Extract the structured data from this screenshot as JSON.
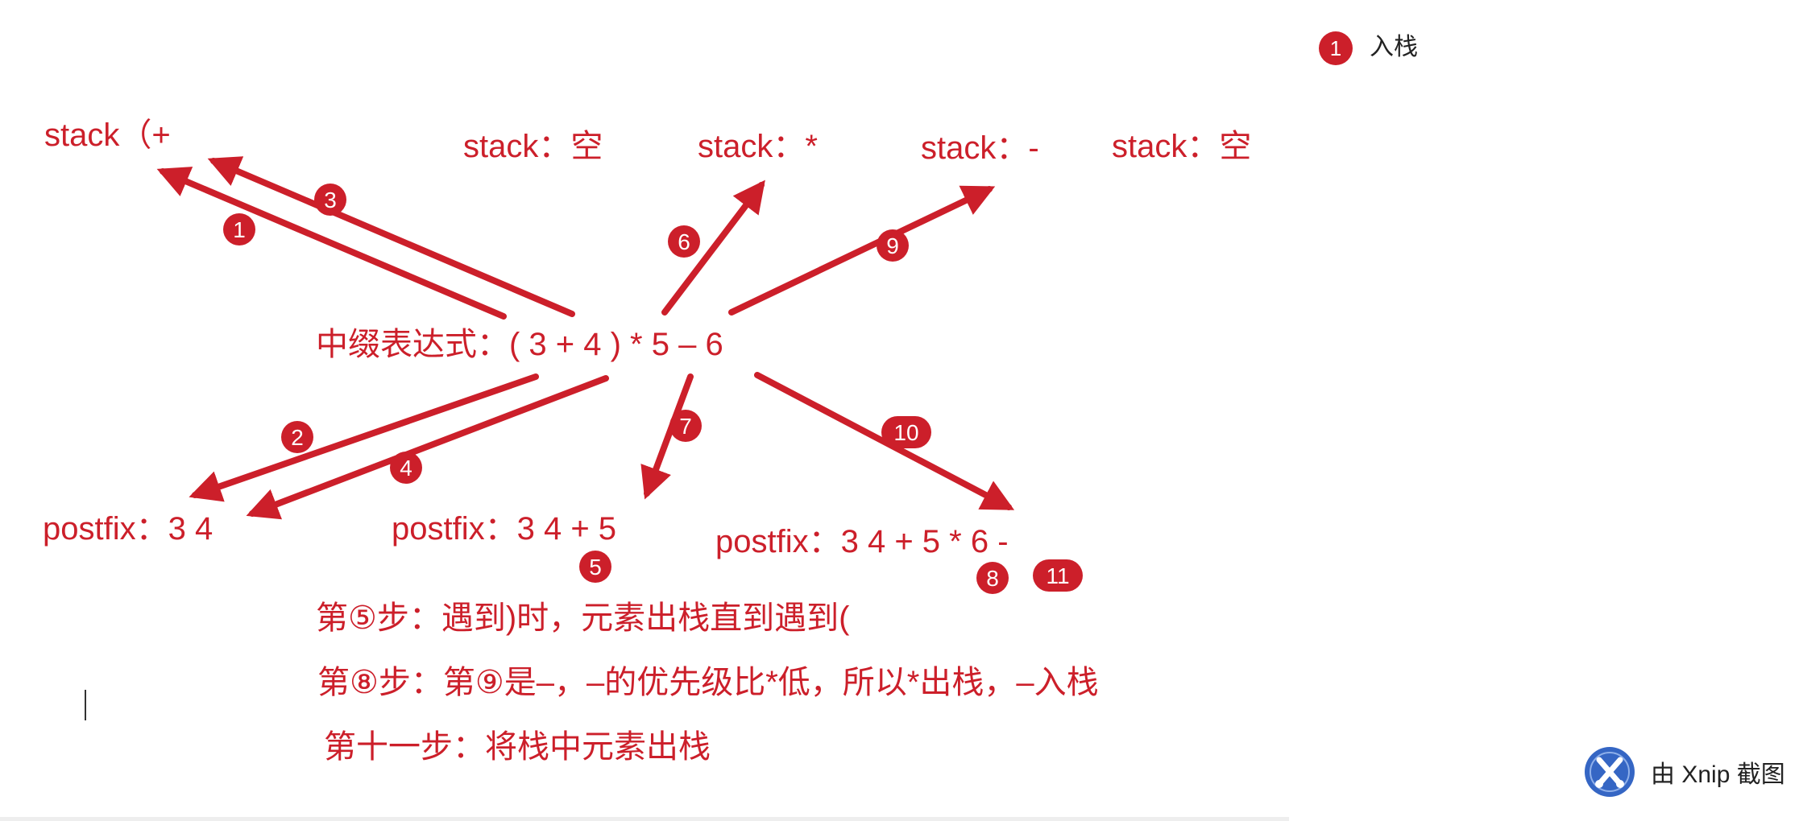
{
  "colors": {
    "accent": "#cc1f2a",
    "text": "#222222",
    "logo": "#3566c4"
  },
  "legend": {
    "marker": "1",
    "label": "入栈"
  },
  "stacks": {
    "s1": "stack（+",
    "s2": "stack：空",
    "s3": "stack：*",
    "s4": "stack：-",
    "s5": "stack：空"
  },
  "infix": "中缀表达式：( 3 + 4 ) * 5 – 6",
  "postfix": {
    "p1": "postfix：3  4",
    "p2": "postfix：3  4  +  5",
    "p3": "postfix：3  4  +  5  *  6  -"
  },
  "steps": [
    "1",
    "2",
    "3",
    "4",
    "5",
    "6",
    "7",
    "8",
    "9",
    "10",
    "11"
  ],
  "notes": {
    "n1": "第⑤步：遇到)时，元素出栈直到遇到(",
    "n2": "第⑧步：第⑨是–，–的优先级比*低，所以*出栈，–入栈",
    "n3": "第十一步：将栈中元素出栈"
  },
  "watermark": {
    "icon": "xnip-icon",
    "text": "由 Xnip 截图"
  }
}
